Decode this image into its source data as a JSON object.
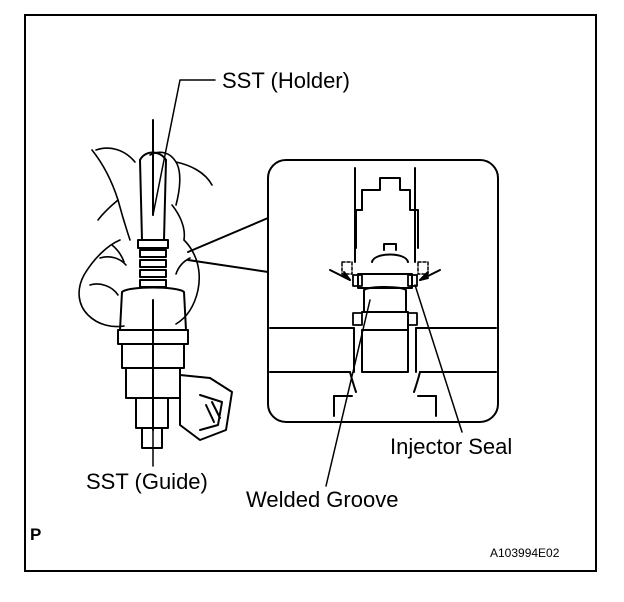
{
  "labels": {
    "sst_holder": "SST (Holder)",
    "sst_guide": "SST (Guide)",
    "injector_seal": "Injector Seal",
    "welded_groove": "Welded Groove",
    "corner_mark": "P",
    "figure_code": "A103994E02"
  },
  "colors": {
    "ink": "#000000",
    "paper": "#ffffff"
  }
}
